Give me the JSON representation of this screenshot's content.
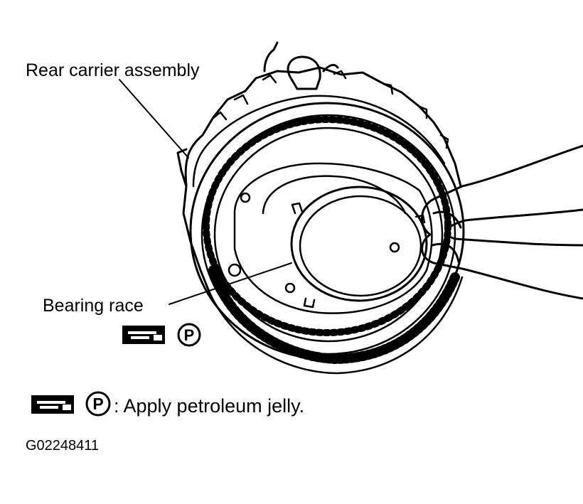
{
  "labels": {
    "rear_carrier": "Rear carrier assembly",
    "bearing_race": "Bearing race"
  },
  "legend": {
    "symbol_letter": "P",
    "text": ": Apply petroleum jelly."
  },
  "figure_code": "G02248411",
  "icons": [
    "petroleum-jelly-brush-icon",
    "p-circle-icon"
  ],
  "colors": {
    "ink": "#000000",
    "paper": "#ffffff"
  }
}
